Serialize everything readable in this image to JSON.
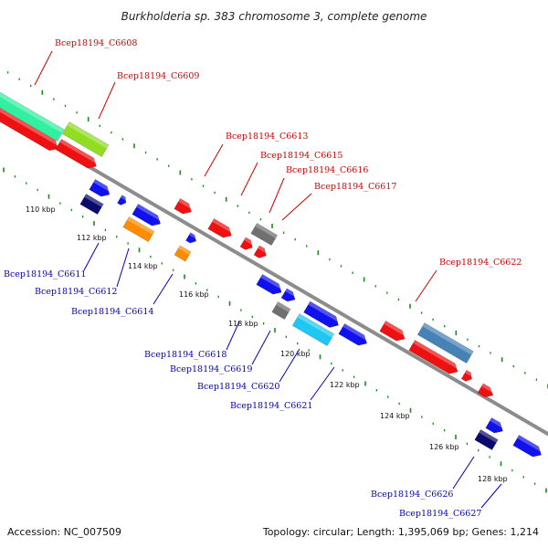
{
  "title": "Burkholderia sp. 383 chromosome 3, complete genome",
  "accession": "Accession: NC_007509",
  "summary": "Topology: circular; Length: 1,395,069 bp; Genes: 1,214",
  "colors": {
    "backbone": "#8c8c8c",
    "tick": "#1a8a1a",
    "forward_label": "#cc0000",
    "reverse_label": "#0000bb",
    "red": "#ee1111",
    "blue": "#1111ee",
    "navy": "#0a0a6e",
    "gray": "#707070",
    "orange": "#ff8c00",
    "cyan": "#1ec8f0",
    "steel": "#4682b4",
    "mint": "#33f0a0",
    "lime": "#90dd22"
  },
  "kbp_labels": [
    "110 kbp",
    "112 kbp",
    "114 kbp",
    "116 kbp",
    "118 kbp",
    "120 kbp",
    "122 kbp",
    "124 kbp",
    "126 kbp",
    "128 kbp"
  ],
  "forward_gene_labels": [
    "Bcep18194_C6608",
    "Bcep18194_C6609",
    "Bcep18194_C6613",
    "Bcep18194_C6615",
    "Bcep18194_C6616",
    "Bcep18194_C6617",
    "Bcep18194_C6622"
  ],
  "reverse_gene_labels": [
    "Bcep18194_C6611",
    "Bcep18194_C6612",
    "Bcep18194_C6614",
    "Bcep18194_C6618",
    "Bcep18194_C6619",
    "Bcep18194_C6620",
    "Bcep18194_C6621",
    "Bcep18194_C6626",
    "Bcep18194_C6627"
  ]
}
